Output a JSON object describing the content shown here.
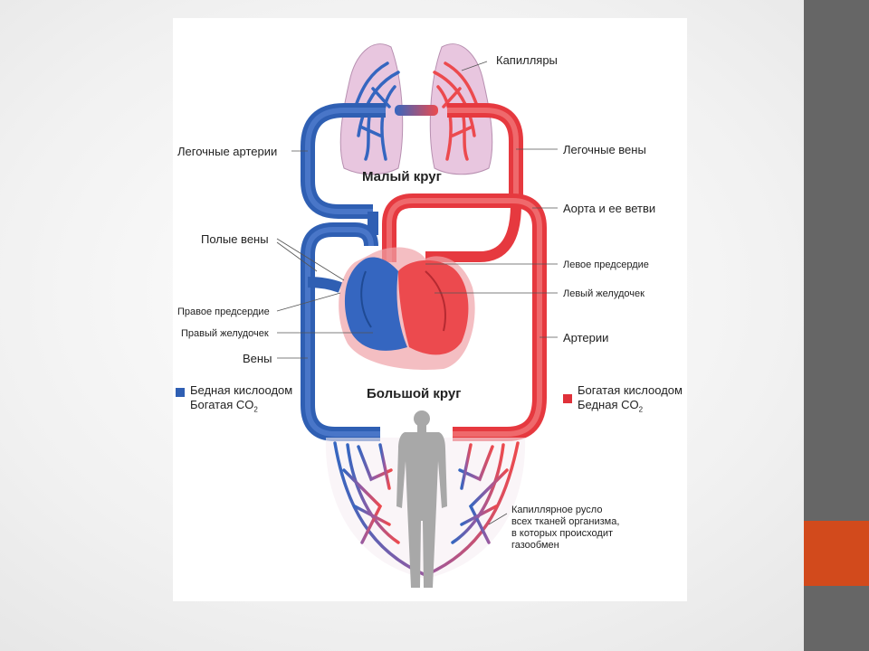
{
  "diagram": {
    "circles": {
      "pulmonary": "Малый круг",
      "systemic": "Большой круг"
    },
    "labels": {
      "capillaries": "Капилляры",
      "pulmonary_arteries": "Легочные артерии",
      "pulmonary_veins": "Легочные вены",
      "aorta": "Аорта и ее ветви",
      "vena_cava": "Полые вены",
      "left_atrium": "Левое предсердие",
      "left_ventricle": "Левый желудочек",
      "right_atrium": "Правое предсердие",
      "right_ventricle": "Правый желудочек",
      "arteries": "Артерии",
      "veins": "Вены"
    },
    "legend": {
      "deoxygenated": {
        "line1": "Бедная кислоодом",
        "line2": "Богатая CO",
        "sub": "2",
        "color": "#2f5fb3"
      },
      "oxygenated": {
        "line1": "Богатая кислоодом",
        "line2": "Бедная CO",
        "sub": "2",
        "color": "#e0313a"
      }
    },
    "capillary_bed_caption": [
      "Капиллярное русло",
      "всех тканей организма,",
      "в которых происходит",
      "газообмен"
    ],
    "colors": {
      "blue": "#3566c0",
      "red": "#ec4a4e",
      "lungs": "#e8c6df"
    }
  }
}
